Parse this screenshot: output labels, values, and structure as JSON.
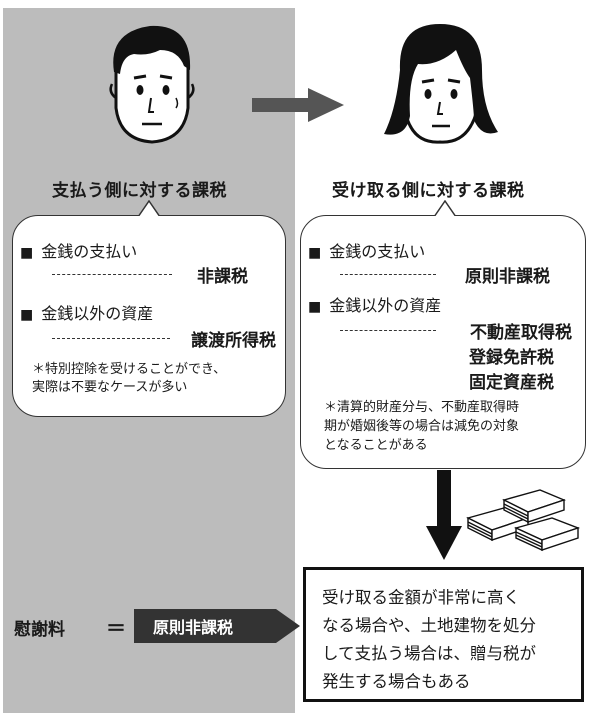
{
  "left": {
    "heading": "支払う側に対する課税",
    "items": [
      {
        "label": "金銭の支払い",
        "tax": "非課税"
      },
      {
        "label": "金銭以外の資産",
        "tax": "譲渡所得税"
      }
    ],
    "note_lines": [
      "＊特別控除を受けることができ、",
      "実際は不要なケースが多い"
    ]
  },
  "right": {
    "heading": "受け取る側に対する課税",
    "items": [
      {
        "label": "金銭の支払い",
        "tax": "原則非課税"
      },
      {
        "label": "金銭以外の資産",
        "taxes": [
          "不動産取得税",
          "登録免許税",
          "固定資産税"
        ]
      }
    ],
    "note_lines": [
      "＊清算的財産分与、不動産取得時",
      "期が婚姻後等の場合は減免の対象",
      "となることがある"
    ]
  },
  "bottom": {
    "consolation": "慰謝料",
    "equals": "＝",
    "tag": "原則非課税",
    "box_lines": [
      "受け取る金額が非常に高く",
      "なる場合や、土地建物を処分",
      "して支払う場合は、贈与税が",
      "発生する場合もある"
    ]
  },
  "colors": {
    "panel": "#bcbcbc",
    "arrow": "#555555",
    "tag": "#333333"
  },
  "icons": [
    "man-face-icon",
    "woman-face-icon",
    "arrow-right-icon",
    "arrow-down-icon",
    "money-stack-icon"
  ]
}
